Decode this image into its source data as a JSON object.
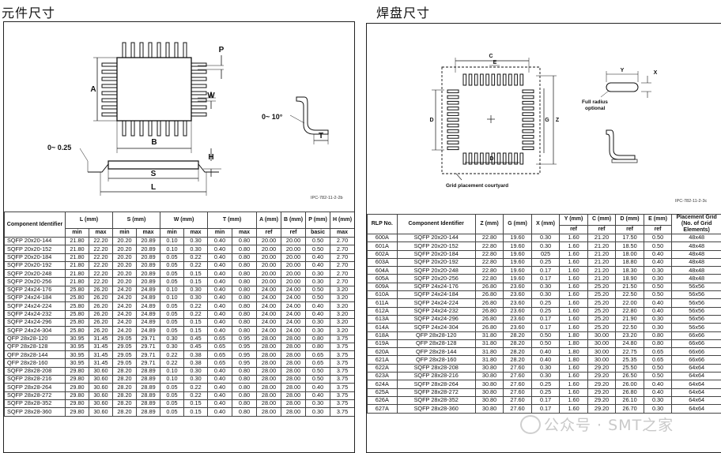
{
  "left": {
    "heading": "元件尺寸",
    "ref_code": "IPC-782-11-2-2b",
    "labels": {
      "P": "P",
      "A": "A",
      "W": "W",
      "T": "T",
      "B": "B",
      "H": "H",
      "S": "S",
      "L": "L",
      "angle_left": "0~ 0.25",
      "angle_right": "0~ 10°"
    },
    "table": {
      "h_component": "Component Identifier",
      "groups": [
        "L (mm)",
        "S (mm)",
        "W (mm)",
        "T (mm)",
        "A (mm)",
        "B (mm)",
        "P (mm)",
        "H (mm)"
      ],
      "sub": [
        "min",
        "max",
        "min",
        "max",
        "min",
        "max",
        "min",
        "max",
        "ref",
        "ref",
        "basic",
        "max"
      ],
      "rows": [
        [
          "SQFP 20x20-144",
          "21.80",
          "22.20",
          "20.20",
          "20.89",
          "0.10",
          "0.30",
          "0.40",
          "0.80",
          "20.00",
          "20.00",
          "0.50",
          "2.70"
        ],
        [
          "SQFP 20x20-152",
          "21.80",
          "22.20",
          "20.20",
          "20.89",
          "0.10",
          "0.30",
          "0.40",
          "0.80",
          "20.00",
          "20.00",
          "0.50",
          "2.70"
        ],
        [
          "SQFP 20x20-184",
          "21.80",
          "22.20",
          "20.20",
          "20.89",
          "0.05",
          "0.22",
          "0.40",
          "0.80",
          "20.00",
          "20.00",
          "0.40",
          "2.70"
        ],
        [
          "SQFP 20x20-192",
          "21.80",
          "22.20",
          "20.20",
          "20.89",
          "0.05",
          "0.22",
          "0.40",
          "0.80",
          "20.00",
          "20.00",
          "0.40",
          "2.70"
        ],
        [
          "SQFP 20x20-248",
          "21.80",
          "22.20",
          "20.20",
          "20.89",
          "0.05",
          "0.15",
          "0.40",
          "0.80",
          "20.00",
          "20.00",
          "0.30",
          "2.70"
        ],
        [
          "SQFP 20x20-256",
          "21.80",
          "22.20",
          "20.20",
          "20.89",
          "0.05",
          "0.15",
          "0.40",
          "0.80",
          "20.00",
          "20.00",
          "0.30",
          "2.70"
        ],
        [
          "SQFP 24x24-176",
          "25.80",
          "26.20",
          "24.20",
          "24.89",
          "0.10",
          "0.30",
          "0.40",
          "0.80",
          "24.00",
          "24.00",
          "0.50",
          "3.20"
        ],
        [
          "SQFP 24x24-184",
          "25.80",
          "26.20",
          "24.20",
          "24.89",
          "0.10",
          "0.30",
          "0.40",
          "0.80",
          "24.00",
          "24.00",
          "0.50",
          "3.20"
        ],
        [
          "SQFP 24x24-224",
          "25.80",
          "26.20",
          "24.20",
          "24.89",
          "0.05",
          "0.22",
          "0.40",
          "0.80",
          "24.00",
          "24.00",
          "0.40",
          "3.20"
        ],
        [
          "SQFP 24x24-232",
          "25.80",
          "26.20",
          "24.20",
          "24.89",
          "0.05",
          "0.22",
          "0.40",
          "0.80",
          "24.00",
          "24.00",
          "0.40",
          "3.20"
        ],
        [
          "SQFP 24x24-296",
          "25.80",
          "26.20",
          "24.20",
          "24.89",
          "0.05",
          "0.15",
          "0.40",
          "0.80",
          "24.00",
          "24.00",
          "0.30",
          "3.20"
        ],
        [
          "SQFP 24x24-304",
          "25.80",
          "26.20",
          "24.20",
          "24.89",
          "0.05",
          "0.15",
          "0.40",
          "0.80",
          "24.00",
          "24.00",
          "0.30",
          "3.20"
        ],
        [
          "QFP 28x28-120",
          "30.95",
          "31.45",
          "29.05",
          "29.71",
          "0.30",
          "0.45",
          "0.65",
          "0.95",
          "28.00",
          "28.00",
          "0.80",
          "3.75"
        ],
        [
          "QFP 28x28-128",
          "30.95",
          "31.45",
          "29.05",
          "29.71",
          "0.30",
          "0.45",
          "0.65",
          "0.95",
          "28.00",
          "28.00",
          "0.80",
          "3.75"
        ],
        [
          "QFP 28x28-144",
          "30.95",
          "31.45",
          "29.05",
          "29.71",
          "0.22",
          "0.38",
          "0.65",
          "0.95",
          "28.00",
          "28.00",
          "0.65",
          "3.75"
        ],
        [
          "QFP 28x28-160",
          "30.95",
          "31.45",
          "29.05",
          "29.71",
          "0.22",
          "0.38",
          "0.65",
          "0.95",
          "28.00",
          "28.00",
          "0.65",
          "3.75"
        ],
        [
          "SQFP 28x28-208",
          "29.80",
          "30.60",
          "28.20",
          "28.89",
          "0.10",
          "0.30",
          "0.40",
          "0.80",
          "28.00",
          "28.00",
          "0.50",
          "3.75"
        ],
        [
          "SQFP 28x28-216",
          "29.80",
          "30.60",
          "28.20",
          "28.89",
          "0.10",
          "0.30",
          "0.40",
          "0.80",
          "28.00",
          "28.00",
          "0.50",
          "3.75"
        ],
        [
          "SQFP 28x28-264",
          "29.80",
          "30.60",
          "28.20",
          "28.89",
          "0.05",
          "0.22",
          "0.40",
          "0.80",
          "28.00",
          "28.00",
          "0.40",
          "3.75"
        ],
        [
          "SQFP 28x28-272",
          "29.80",
          "30.60",
          "28.20",
          "28.89",
          "0.05",
          "0.22",
          "0.40",
          "0.80",
          "28.00",
          "28.00",
          "0.40",
          "3.75"
        ],
        [
          "SQFP 28x28-352",
          "29.80",
          "30.60",
          "28.20",
          "28.89",
          "0.05",
          "0.15",
          "0.40",
          "0.80",
          "28.00",
          "28.00",
          "0.30",
          "3.75"
        ],
        [
          "SQFP 28x28-360",
          "29.80",
          "30.60",
          "28.20",
          "28.89",
          "0.05",
          "0.15",
          "0.40",
          "0.80",
          "28.00",
          "28.00",
          "0.30",
          "3.75"
        ]
      ]
    }
  },
  "right": {
    "heading": "焊盘尺寸",
    "ref_code": "IPC-782-11-2-3c",
    "labels": {
      "C": "C",
      "E": "E",
      "D": "D",
      "G": "G",
      "Z": "Z",
      "Y": "Y",
      "X": "X",
      "full_radius": "Full radius",
      "optional": "optional",
      "courtyard": "Grid placement courtyard"
    },
    "table": {
      "h_rlp": "RLP No.",
      "h_component": "Component Identifier",
      "h_z": "Z (mm)",
      "h_g": "G (mm)",
      "h_x": "X (mm)",
      "h_y": "Y (mm)",
      "h_c": "C (mm)",
      "h_d": "D (mm)",
      "h_e": "E (mm)",
      "h_grid": "Placement Grid (No. of Grid Elements)",
      "ref": "ref",
      "rows": [
        [
          "600A",
          "SQFP 20x20-144",
          "22.80",
          "19.60",
          "0.30",
          "1.60",
          "21.20",
          "17.50",
          "0.50",
          "48x48"
        ],
        [
          "601A",
          "SQFP 20x20-152",
          "22.80",
          "19.60",
          "0.30",
          "1.60",
          "21.20",
          "18.50",
          "0.50",
          "48x48"
        ],
        [
          "602A",
          "SQFP 20x20-184",
          "22.80",
          "19.60",
          "025",
          "1.60",
          "21.20",
          "18.00",
          "0.40",
          "48x48"
        ],
        [
          "603A",
          "SQFP 20x20-192",
          "22.80",
          "19.60",
          "0.25",
          "1.60",
          "21.20",
          "18.80",
          "0.40",
          "48x48"
        ],
        [
          "604A",
          "SQFP 20x20-248",
          "22.80",
          "19.60",
          "0.17",
          "1.60",
          "21.20",
          "18.30",
          "0.30",
          "48x48"
        ],
        [
          "605A",
          "SQFP 20x20-256",
          "22.80",
          "19.60",
          "0.17",
          "1.60",
          "21.20",
          "18.90",
          "0.30",
          "48x48"
        ],
        [
          "609A",
          "SQFP 24x24-176",
          "26.80",
          "23.60",
          "0.30",
          "1.60",
          "25.20",
          "21.50",
          "0.50",
          "56x56"
        ],
        [
          "610A",
          "SQFP 24x24-184",
          "26.80",
          "23.60",
          "0.30",
          "1.60",
          "25.20",
          "22.50",
          "0.50",
          "56x56"
        ],
        [
          "611A",
          "SQFP 24x24-224",
          "26.80",
          "23.60",
          "0.25",
          "1.60",
          "25.20",
          "22.00",
          "0.40",
          "56x56"
        ],
        [
          "612A",
          "SQFP 24x24-232",
          "26.80",
          "23.60",
          "0.25",
          "1.60",
          "25.20",
          "22.80",
          "0.40",
          "56x56"
        ],
        [
          "613A",
          "SQFP 24x24-296",
          "26.80",
          "23.60",
          "0.17",
          "1.60",
          "25.20",
          "21.90",
          "0.30",
          "56x56"
        ],
        [
          "614A",
          "SQFP 24x24-304",
          "26.80",
          "23.60",
          "0.17",
          "1.60",
          "25.20",
          "22.50",
          "0.30",
          "56x56"
        ],
        [
          "618A",
          "QFP 28x28-120",
          "31.80",
          "28.20",
          "0.50",
          "1.80",
          "30.00",
          "23.20",
          "0.80",
          "66x66"
        ],
        [
          "619A",
          "QFP 28x28-128",
          "31.80",
          "28.20",
          "0.50",
          "1.80",
          "30.00",
          "24.80",
          "0.80",
          "66x66"
        ],
        [
          "620A",
          "QFP 28x28-144",
          "31.80",
          "28.20",
          "0.40",
          "1.80",
          "30.00",
          "22.75",
          "0.65",
          "66x66"
        ],
        [
          "621A",
          "QFP 28x28-160",
          "31.80",
          "28.20",
          "0.40",
          "1.80",
          "30.00",
          "25.35",
          "0.65",
          "66x66"
        ],
        [
          "622A",
          "SQFP 28x28-208",
          "30.80",
          "27.60",
          "0.30",
          "1.60",
          "29.20",
          "25.50",
          "0.50",
          "64x64"
        ],
        [
          "623A",
          "SQFP 28x28-216",
          "30.80",
          "27.60",
          "0.30",
          "1.60",
          "29.20",
          "26.50",
          "0.50",
          "64x64"
        ],
        [
          "624A",
          "SQFP 28x28-264",
          "30.80",
          "27.60",
          "0.25",
          "1.60",
          "29.20",
          "26.00",
          "0.40",
          "64x64"
        ],
        [
          "625A",
          "SQFP 28x28-272",
          "30.80",
          "27.60",
          "0.25",
          "1.60",
          "29.20",
          "26.80",
          "0.40",
          "64x64"
        ],
        [
          "626A",
          "SQFP 28x28-352",
          "30.80",
          "27.60",
          "0.17",
          "1.60",
          "29.20",
          "26.10",
          "0.30",
          "64x64"
        ],
        [
          "627A",
          "SQFP 28x28-360",
          "30.80",
          "27.60",
          "0.17",
          "1.60",
          "29.20",
          "26.70",
          "0.30",
          "64x64"
        ]
      ]
    }
  },
  "watermark": "公众号 · SMT之家"
}
